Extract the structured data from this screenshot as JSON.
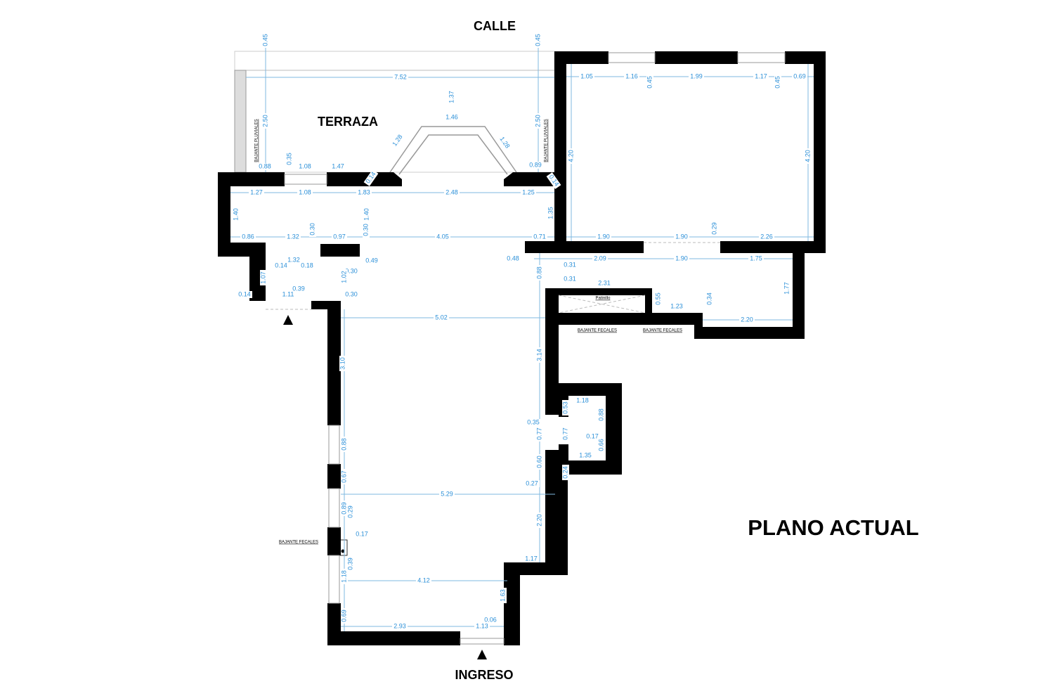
{
  "labels": {
    "street": "CALLE",
    "terrace": "TERRAZA",
    "plan_title": "PLANO ACTUAL",
    "entrance": "INGRESO"
  },
  "notes": [
    "BAJANTE PLUVIALES",
    "BAJANTE PLUVIALES",
    "Patinillo",
    "BAJANTE FECALES",
    "BAJANTE FECALES",
    "BAJANTE FECALES"
  ],
  "dimensions": [
    "0.45",
    "0.45",
    "7.52",
    "1.37",
    "1.46",
    "1.28",
    "1.28",
    "2.50",
    "2.50",
    "0.88",
    "0.35",
    "1.08",
    "1.47",
    "0.14",
    "0.89",
    "0.14",
    "1.27",
    "1.08",
    "1.83",
    "2.48",
    "1.25",
    "1.40",
    "1.40",
    "1.35",
    "0.86",
    "1.32",
    "0.30",
    "0.97",
    "0.30",
    "4.05",
    "0.71",
    "1.32",
    "0.14",
    "0.18",
    "0.49",
    "0.30",
    "1.07",
    "1.02",
    "0.39",
    "0.14",
    "1.11",
    "0.30",
    "0.48",
    "0.88",
    "0.31",
    "0.31",
    "2.31",
    "0.55",
    "1.23",
    "0.34",
    "2.20",
    "1.77",
    "2.09",
    "1.90",
    "1.75",
    "1.90",
    "1.90",
    "0.29",
    "2.26",
    "4.20",
    "4.20",
    "1.05",
    "1.16",
    "0.45",
    "1.99",
    "1.17",
    "0.45",
    "0.69",
    "5.02",
    "3.10",
    "3.14",
    "1.18",
    "0.53",
    "0.88",
    "0.35",
    "0.77",
    "0.77",
    "0.17",
    "0.66",
    "1.35",
    "0.60",
    "0.24",
    "0.27",
    "0.88",
    "0.67",
    "5.29",
    "0.89",
    "0.29",
    "0.17",
    "2.20",
    "0.39",
    "1.18",
    "1.17",
    "4.12",
    "1.63",
    "0.69",
    "2.93",
    "0.06",
    "1.13"
  ],
  "colors": {
    "wall": "#000000",
    "dimension": "#2a8fd8"
  }
}
